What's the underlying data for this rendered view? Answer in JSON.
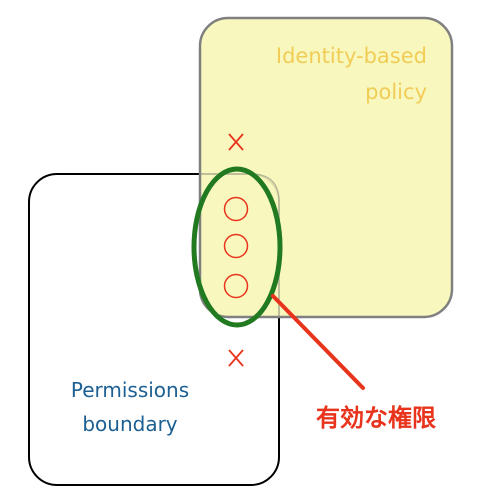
{
  "diagram": {
    "identity_policy": {
      "label_line1": "Identity-based",
      "label_line2": "policy",
      "fill_color": "#f7f7b8",
      "stroke_color": "#808080",
      "text_color": "#f1cc57"
    },
    "permissions_boundary": {
      "label_line1": "Permissions",
      "label_line2": "boundary",
      "stroke_color": "#000000",
      "text_color": "#1c5f93"
    },
    "overlap": {
      "ellipse_color": "#217a1f",
      "allowed_count": 3,
      "allowed_symbol": "○",
      "denied_symbol": "×",
      "denied_count": 2
    },
    "effective_permissions": {
      "label": "有効な権限",
      "color": "#e8341c"
    }
  }
}
